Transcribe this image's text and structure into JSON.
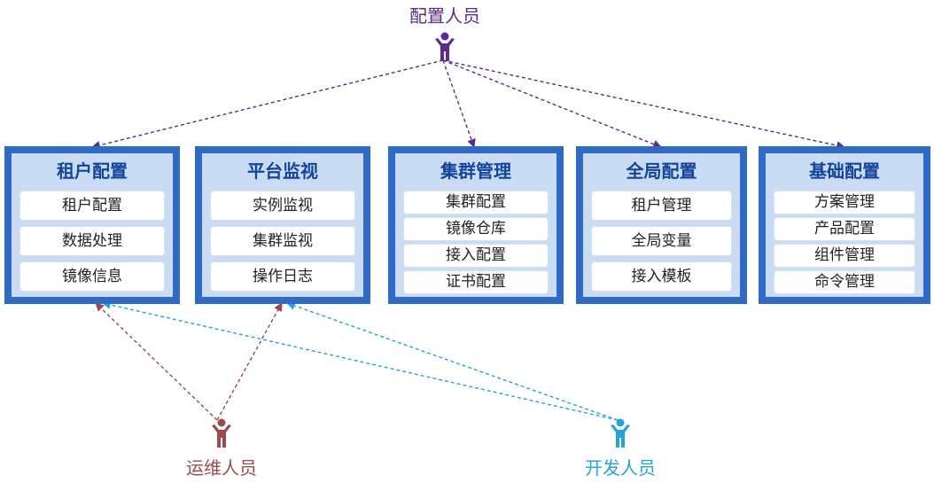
{
  "colors": {
    "configurator": "#5b2b91",
    "ops": "#9b4a4f",
    "dev": "#22a4d8",
    "module_border": "#2f6bc4",
    "module_fill": "#c9dcf3",
    "module_title": "#14449a"
  },
  "actors": {
    "configurator": {
      "label": "配置人员",
      "icon": "person-icon"
    },
    "ops": {
      "label": "运维人员",
      "icon": "person-icon"
    },
    "dev": {
      "label": "开发人员",
      "icon": "person-icon"
    }
  },
  "modules": [
    {
      "id": "tenant-config",
      "title": "租户配置",
      "items": [
        "租户配置",
        "数据处理",
        "镜像信息"
      ]
    },
    {
      "id": "platform-monitor",
      "title": "平台监视",
      "items": [
        "实例监视",
        "集群监视",
        "操作日志"
      ]
    },
    {
      "id": "cluster-mgmt",
      "title": "集群管理",
      "items": [
        "集群配置",
        "镜像仓库",
        "接入配置",
        "证书配置"
      ]
    },
    {
      "id": "global-config",
      "title": "全局配置",
      "items": [
        "租户管理",
        "全局变量",
        "接入模板"
      ]
    },
    {
      "id": "base-config",
      "title": "基础配置",
      "items": [
        "方案管理",
        "产品配置",
        "组件管理",
        "命令管理"
      ]
    }
  ],
  "edges": [
    {
      "from": "configurator",
      "to": "tenant-config"
    },
    {
      "from": "configurator",
      "to": "cluster-mgmt"
    },
    {
      "from": "configurator",
      "to": "global-config"
    },
    {
      "from": "configurator",
      "to": "base-config"
    },
    {
      "from": "ops",
      "to": "tenant-config"
    },
    {
      "from": "ops",
      "to": "platform-monitor"
    },
    {
      "from": "dev",
      "to": "tenant-config"
    },
    {
      "from": "dev",
      "to": "platform-monitor"
    }
  ]
}
